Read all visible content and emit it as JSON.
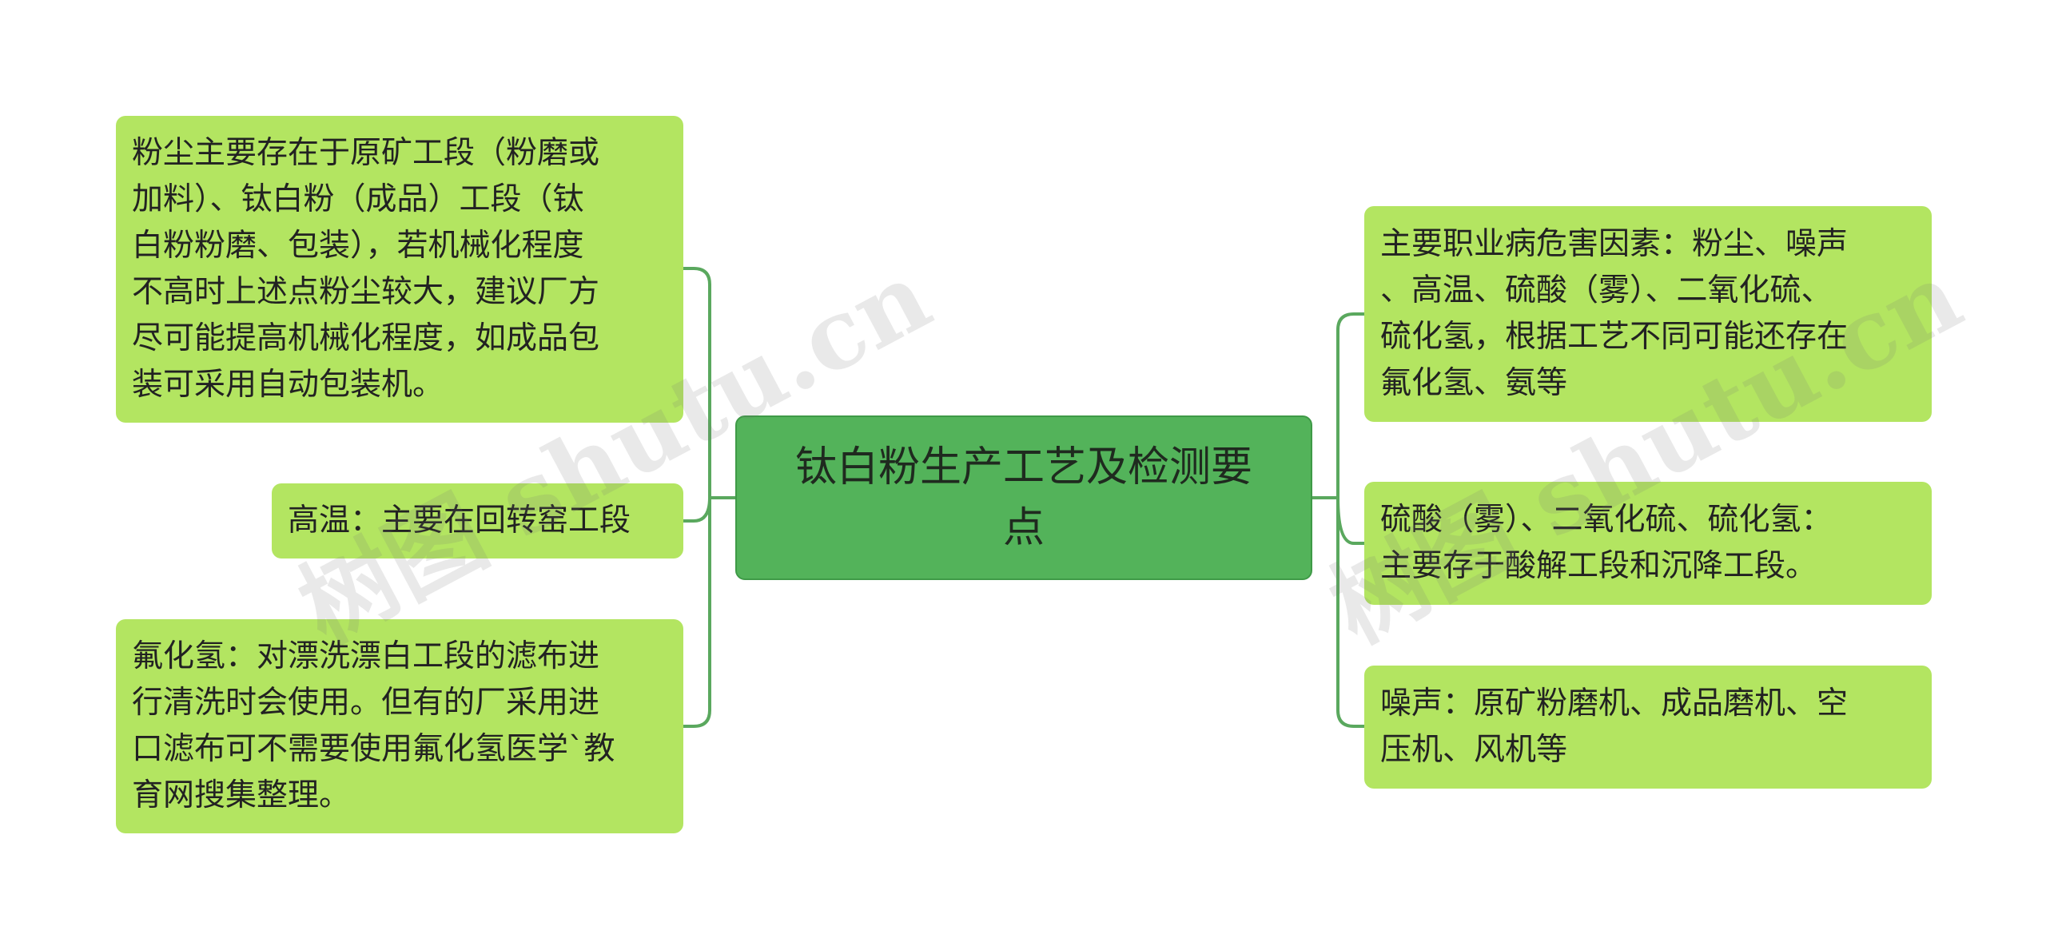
{
  "colors": {
    "leaf_fill": "#b3e561",
    "center_fill": "#53b35a",
    "connector": "#5aa85e"
  },
  "center": {
    "label": "钛白粉生产工艺及检测要\n点"
  },
  "left_nodes": [
    {
      "label": "粉尘主要存在于原矿工段（粉磨或\n加料）、钛白粉（成品）工段（钛\n白粉粉磨、包装），若机械化程度\n不高时上述点粉尘较大，建议厂方\n尽可能提高机械化程度，如成品包\n装可采用自动包装机。"
    },
    {
      "label": "高温：主要在回转窑工段"
    },
    {
      "label": "氟化氢：对漂洗漂白工段的滤布进\n行清洗时会使用。但有的厂采用进\n口滤布可不需要使用氟化氢医学`教\n育网搜集整理。"
    }
  ],
  "right_nodes": [
    {
      "label": "主要职业病危害因素：粉尘、噪声\n、高温、硫酸（雾）、二氧化硫、\n硫化氢，根据工艺不同可能还存在\n氟化氢、氨等"
    },
    {
      "label": "硫酸（雾）、二氧化硫、硫化氢：\n主要存于酸解工段和沉降工段。"
    },
    {
      "label": "噪声：原矿粉磨机、成品磨机、空\n压机、风机等"
    }
  ],
  "watermark": {
    "text": "树图 shutu.cn"
  }
}
